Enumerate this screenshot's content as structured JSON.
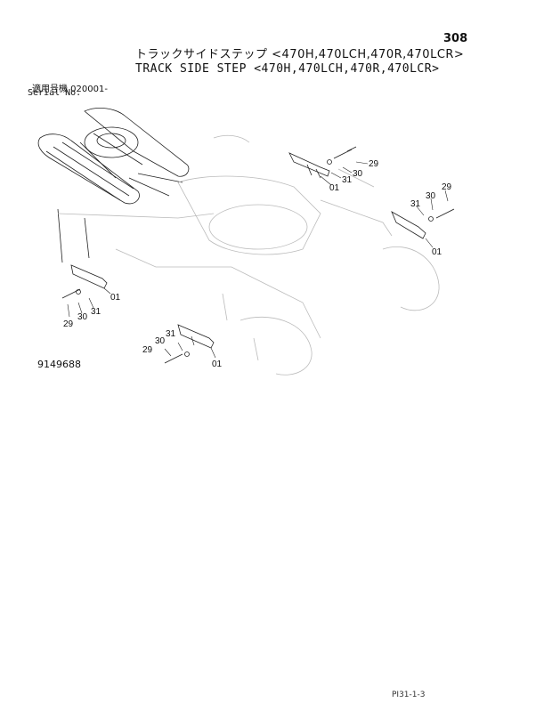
{
  "header": {
    "page_number": "308",
    "title_jp": "トラックサイドステップ <470H,470LCH,470R,470LCR>",
    "title_en": "TRACK SIDE STEP <470H,470LCH,470R,470LCR>"
  },
  "serial": {
    "label_jp": "適用号機 020001-",
    "label_en": "Serial No."
  },
  "figure": {
    "number": "9149688",
    "callouts": [
      {
        "id": "c-29-a",
        "text": "29"
      },
      {
        "id": "c-30-a",
        "text": "30"
      },
      {
        "id": "c-31-a",
        "text": "31"
      },
      {
        "id": "c-01-a",
        "text": "01"
      },
      {
        "id": "c-29-b",
        "text": "29"
      },
      {
        "id": "c-30-b",
        "text": "30"
      },
      {
        "id": "c-31-b",
        "text": "31"
      },
      {
        "id": "c-01-b",
        "text": "01"
      },
      {
        "id": "c-01-c",
        "text": "01"
      },
      {
        "id": "c-31-c",
        "text": "31"
      },
      {
        "id": "c-30-c",
        "text": "30"
      },
      {
        "id": "c-29-c",
        "text": "29"
      },
      {
        "id": "c-31-d",
        "text": "31"
      },
      {
        "id": "c-30-d",
        "text": "30"
      },
      {
        "id": "c-29-d",
        "text": "29"
      },
      {
        "id": "c-01-d",
        "text": "01"
      }
    ]
  },
  "footer": {
    "code": "PI31-1-3"
  }
}
